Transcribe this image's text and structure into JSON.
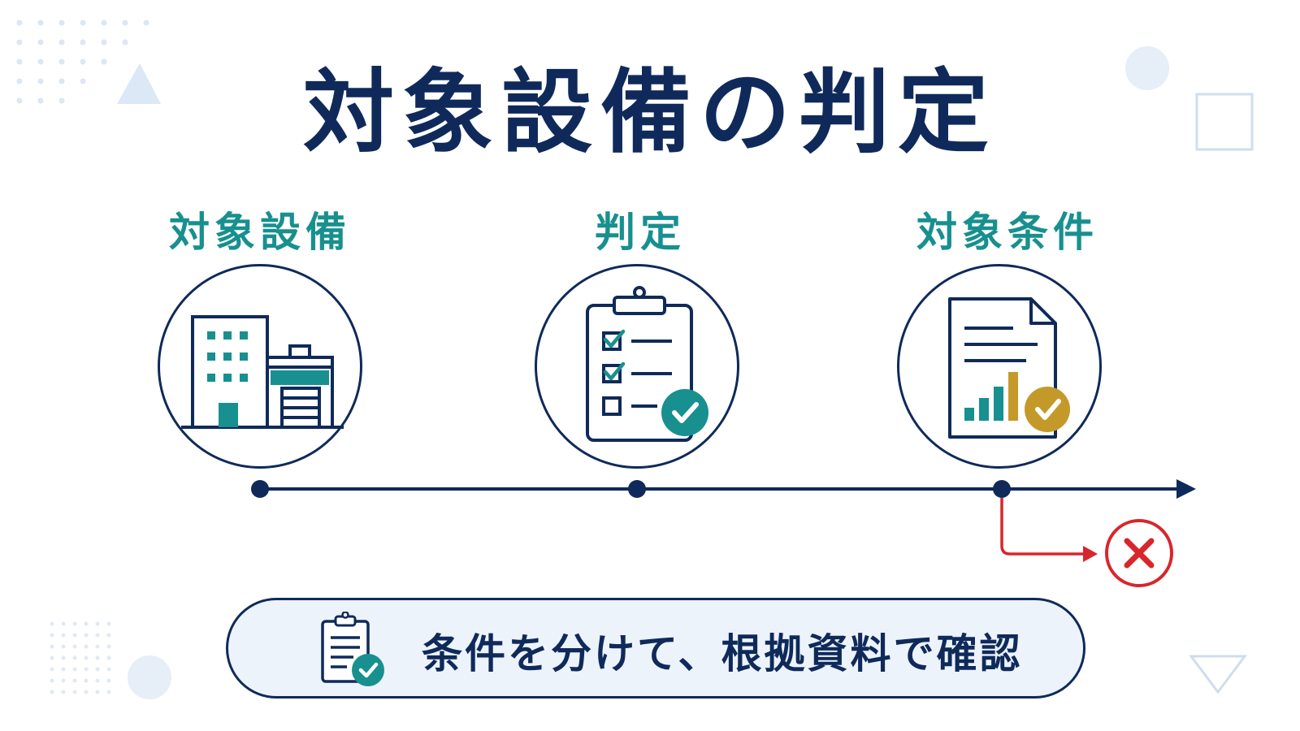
{
  "title": "対象設備の判定",
  "steps": [
    {
      "label": "対象設備",
      "icon": "building-icon"
    },
    {
      "label": "判定",
      "icon": "clipboard-check-icon"
    },
    {
      "label": "対象条件",
      "icon": "report-document-icon"
    }
  ],
  "footer": {
    "text": "条件を分けて、根拠資料で確認",
    "icon": "clipboard-check-icon"
  },
  "colors": {
    "navy": "#0f2a5a",
    "teal": "#17908f",
    "gold": "#c39a2a",
    "red": "#d8262c",
    "pale": "#dbe8f5"
  }
}
